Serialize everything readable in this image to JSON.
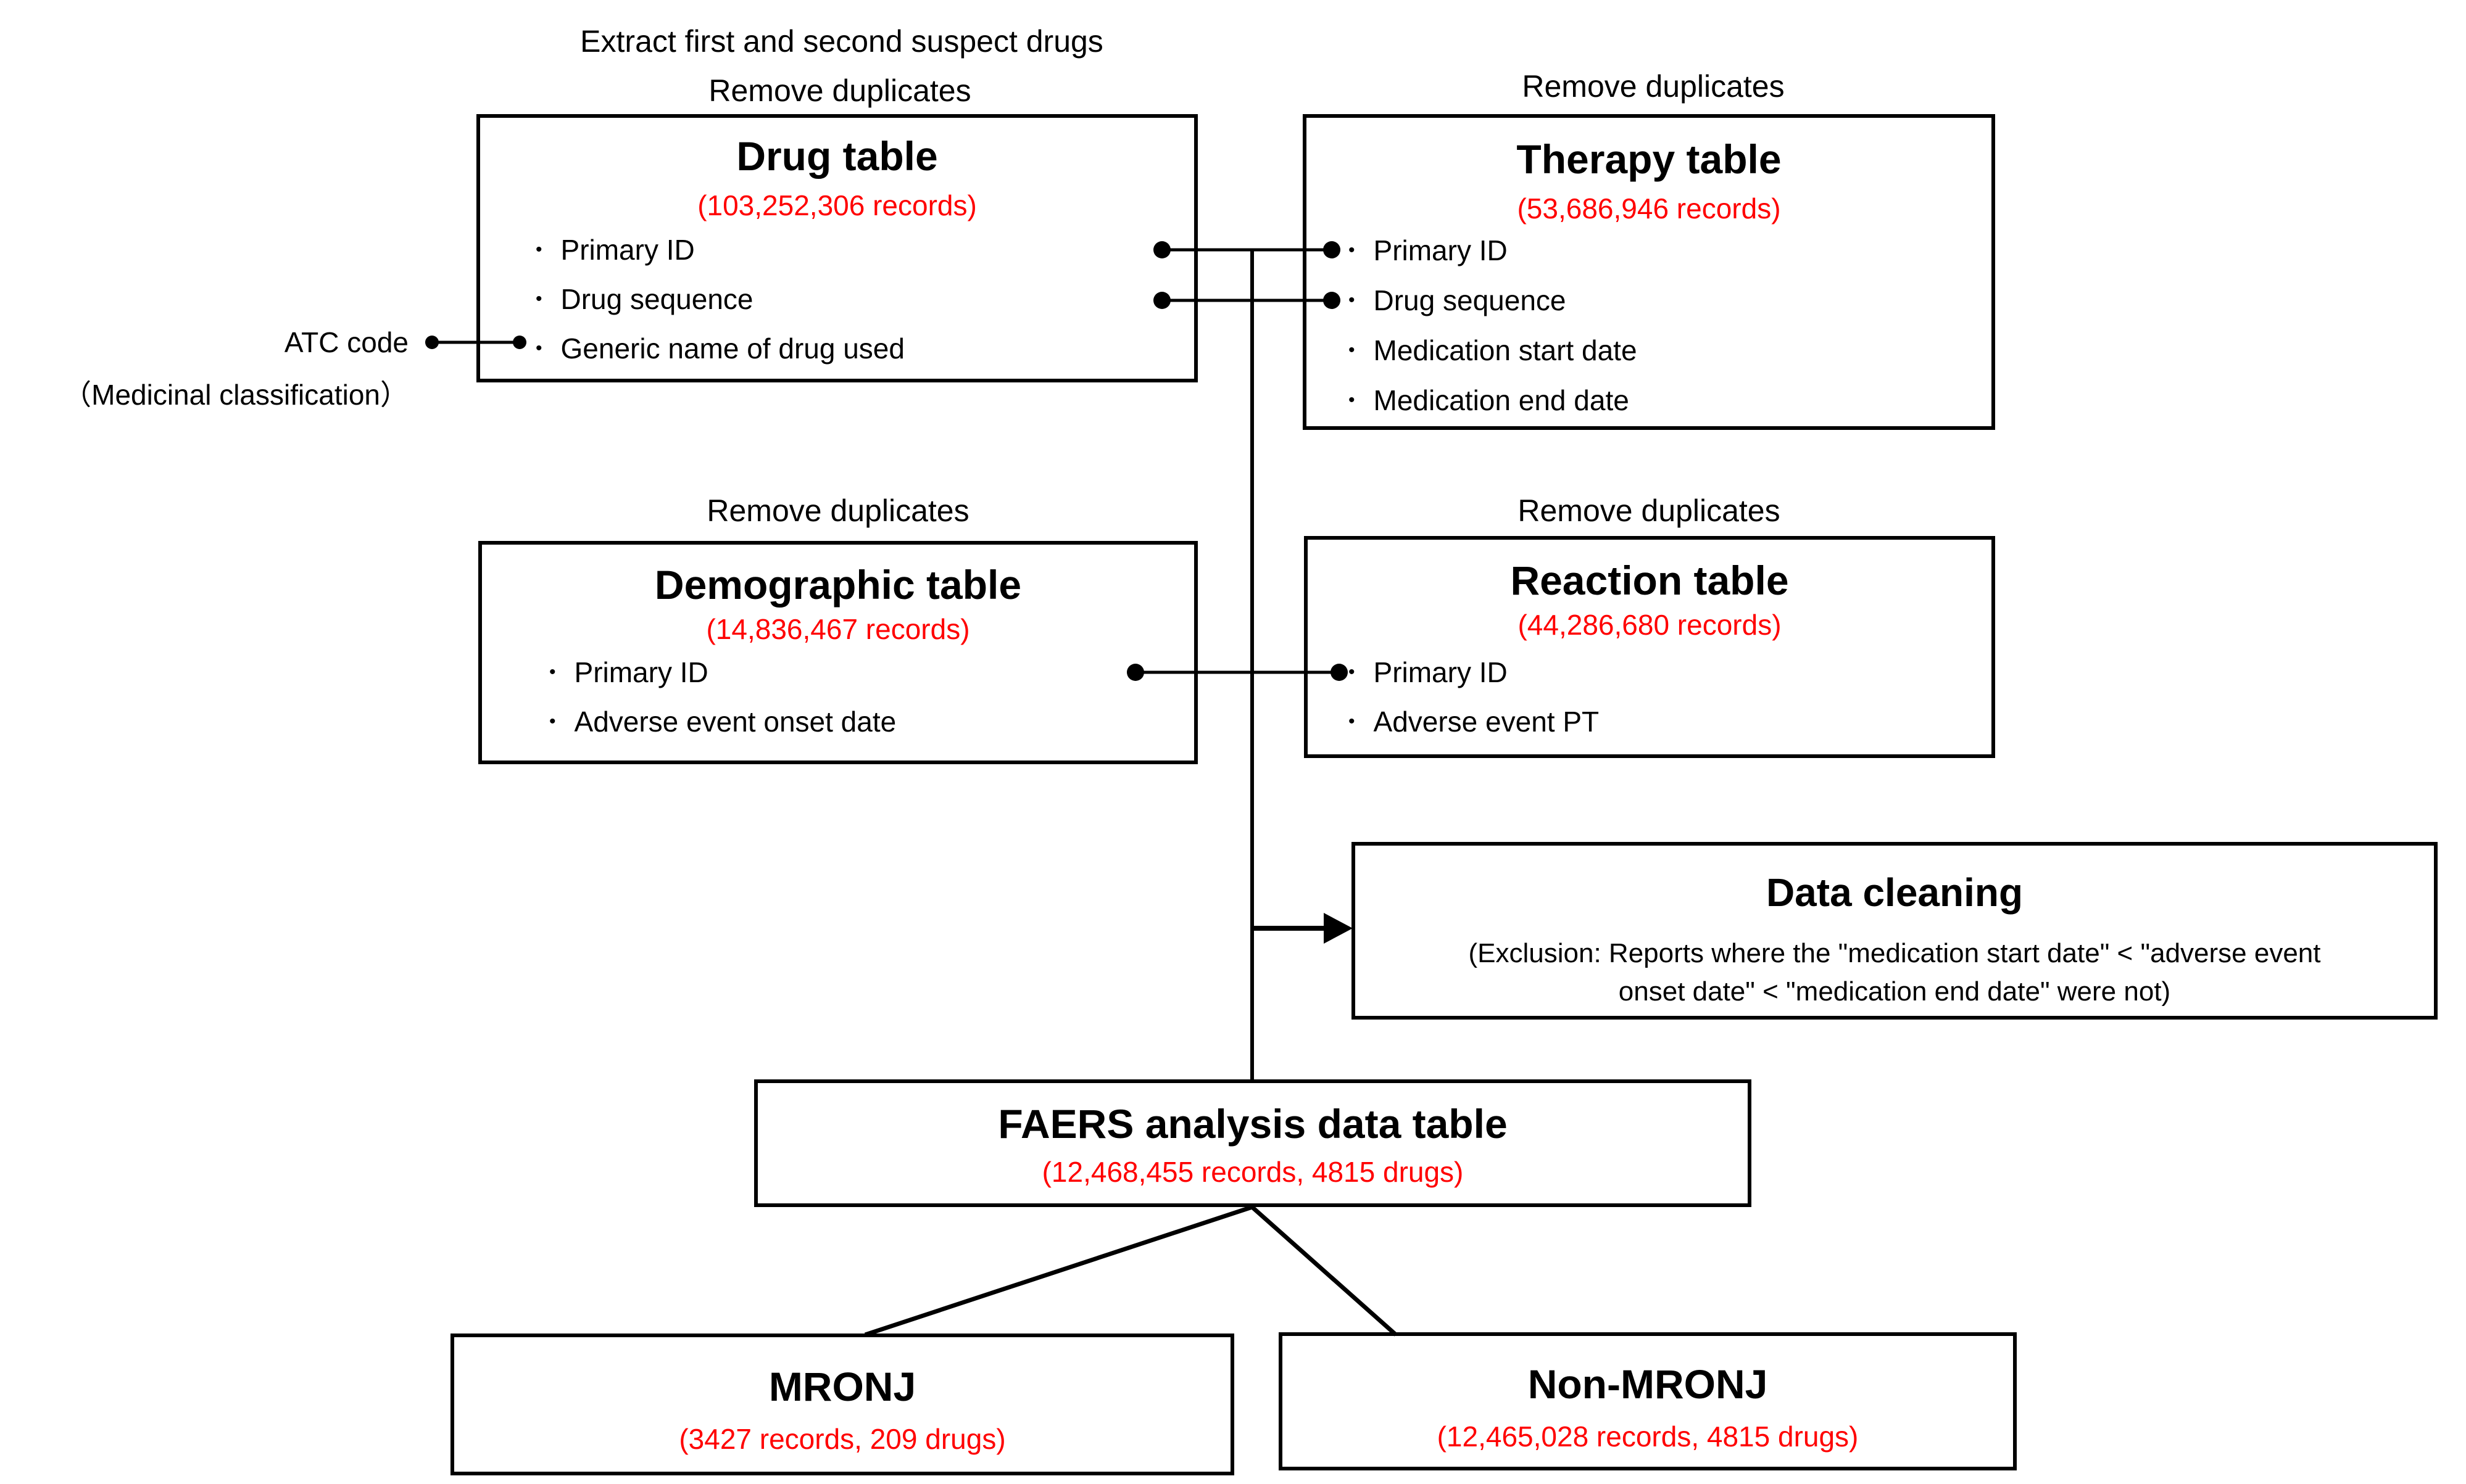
{
  "labels": {
    "extract": "Extract first and second suspect drugs",
    "remove_duplicates_drug": "Remove duplicates",
    "remove_duplicates_therapy": "Remove duplicates",
    "remove_duplicates_demographic": "Remove duplicates",
    "remove_duplicates_reaction": "Remove duplicates",
    "atc_code": "ATC code",
    "atc_sub": "（Medicinal classification）"
  },
  "boxes": {
    "drug": {
      "title": "Drug table",
      "records": "(103,252,306 records)",
      "fields": [
        "Primary ID",
        "Drug sequence",
        "Generic name of drug used"
      ]
    },
    "therapy": {
      "title": "Therapy table",
      "records": "(53,686,946 records)",
      "fields": [
        "Primary ID",
        "Drug sequence",
        "Medication start date",
        "Medication end date"
      ]
    },
    "demographic": {
      "title": "Demographic table",
      "records": "(14,836,467 records)",
      "fields": [
        "Primary ID",
        "Adverse event onset date"
      ]
    },
    "reaction": {
      "title": "Reaction table",
      "records": "(44,286,680 records)",
      "fields": [
        "Primary ID",
        "Adverse event PT"
      ]
    },
    "cleaning": {
      "title": "Data cleaning",
      "line1": "(Exclusion: Reports where the \"medication start date\" < \"adverse event",
      "line2": "onset date\" < \"medication end date\" were not)"
    },
    "faers": {
      "title": "FAERS analysis data table",
      "records": "(12,468,455 records, 4815 drugs)"
    },
    "mronj": {
      "title": "MRONJ",
      "records": "(3427 records, 209 drugs)"
    },
    "non_mronj": {
      "title": "Non-MRONJ",
      "records": "(12,465,028 records, 4815 drugs)"
    }
  },
  "colors": {
    "records_text": "#ff0000",
    "line": "#000000",
    "background": "#ffffff"
  }
}
